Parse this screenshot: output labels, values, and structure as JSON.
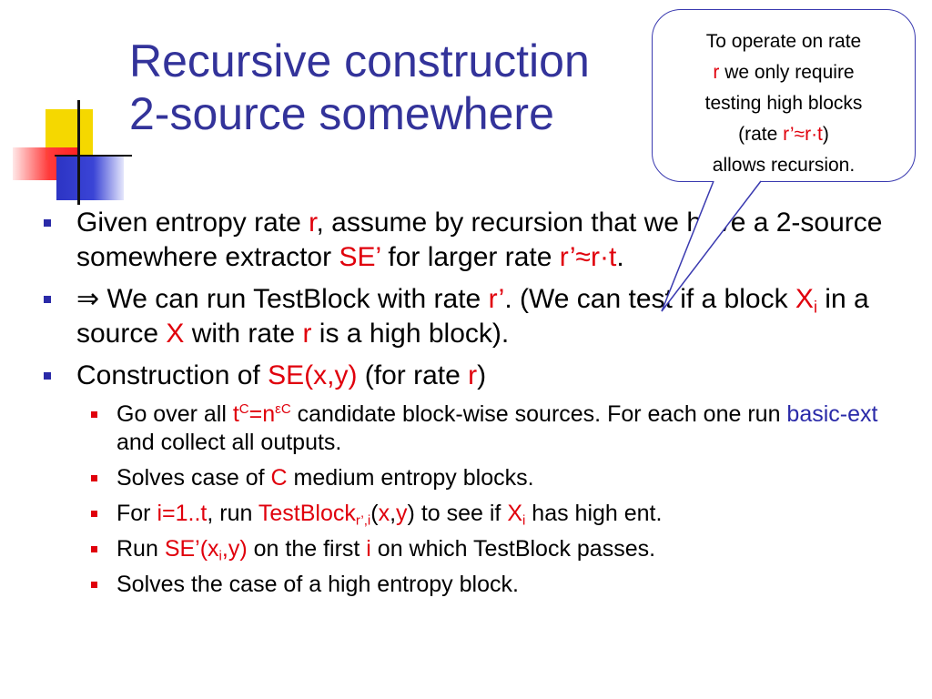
{
  "slide": {
    "title_line1": "Recursive construction",
    "title_line2": "2-source somewhere"
  },
  "bullets": [
    {
      "text_a": "Given entropy rate ",
      "r": "r",
      "text_b": ", assume by recursion that we have a 2-source somewhere extractor ",
      "se_prime": "SE’",
      "text_c": " for larger rate ",
      "rate": "r’≈r·t",
      "text_d": "."
    },
    {
      "text_a": "⇒ We can run TestBlock with rate ",
      "r_prime": "r’",
      "text_b": ". (We can test if a block ",
      "x": "X",
      "i": "i",
      "text_c": " in a source ",
      "x2": "X",
      "text_d": " with rate ",
      "r": "r",
      "text_e": " is a high block)."
    },
    {
      "text_a": "Construction of ",
      "se": "SE(x,y)",
      "text_b": " (for rate ",
      "r": "r",
      "text_c": ")"
    }
  ],
  "sub_bullets": [
    {
      "text_a": "Go over all ",
      "t": "t",
      "sup_c": "C",
      "eq_n": "=n",
      "sup_ec": "εC",
      "text_b": " candidate block-wise sources. For each one run ",
      "basic_ext": "basic-ext",
      "text_c": " and collect all outputs."
    },
    {
      "text_a": "Solves case of ",
      "c": "C",
      "text_b": " medium entropy blocks."
    },
    {
      "text_a": "For ",
      "i_range": "i=1..t",
      "text_b": ", run ",
      "testblock": "TestBlock",
      "sub_ri": "r’,i",
      "paren_open": "(",
      "x": "x",
      "comma": ",",
      "y": "y",
      "text_c": ") to see if ",
      "big_x": "X",
      "i": "i",
      "text_d": " has high ent."
    },
    {
      "text_a": "Run ",
      "se_prime": "SE’(x",
      "i": "i",
      "se_rest": ",y)",
      "text_b": " on the first ",
      "i2": "i",
      "text_c": " on which TestBlock passes."
    },
    {
      "text_a": "Solves the case of a high entropy block."
    }
  ],
  "callout": {
    "line1": "To operate on rate",
    "r": "r",
    "line2_rest": " we only require",
    "line3": "testing high blocks",
    "line4_open": "(rate ",
    "rate": "r’≈r·t",
    "line4_close": ")",
    "line5": "allows recursion."
  },
  "colors": {
    "title": "#33339a",
    "highlight_red": "#e0000c",
    "highlight_blue": "#2a2aa8",
    "logo_yellow": "#f5d800",
    "logo_blue": "#2c34c4",
    "logo_red": "#ff2222"
  }
}
